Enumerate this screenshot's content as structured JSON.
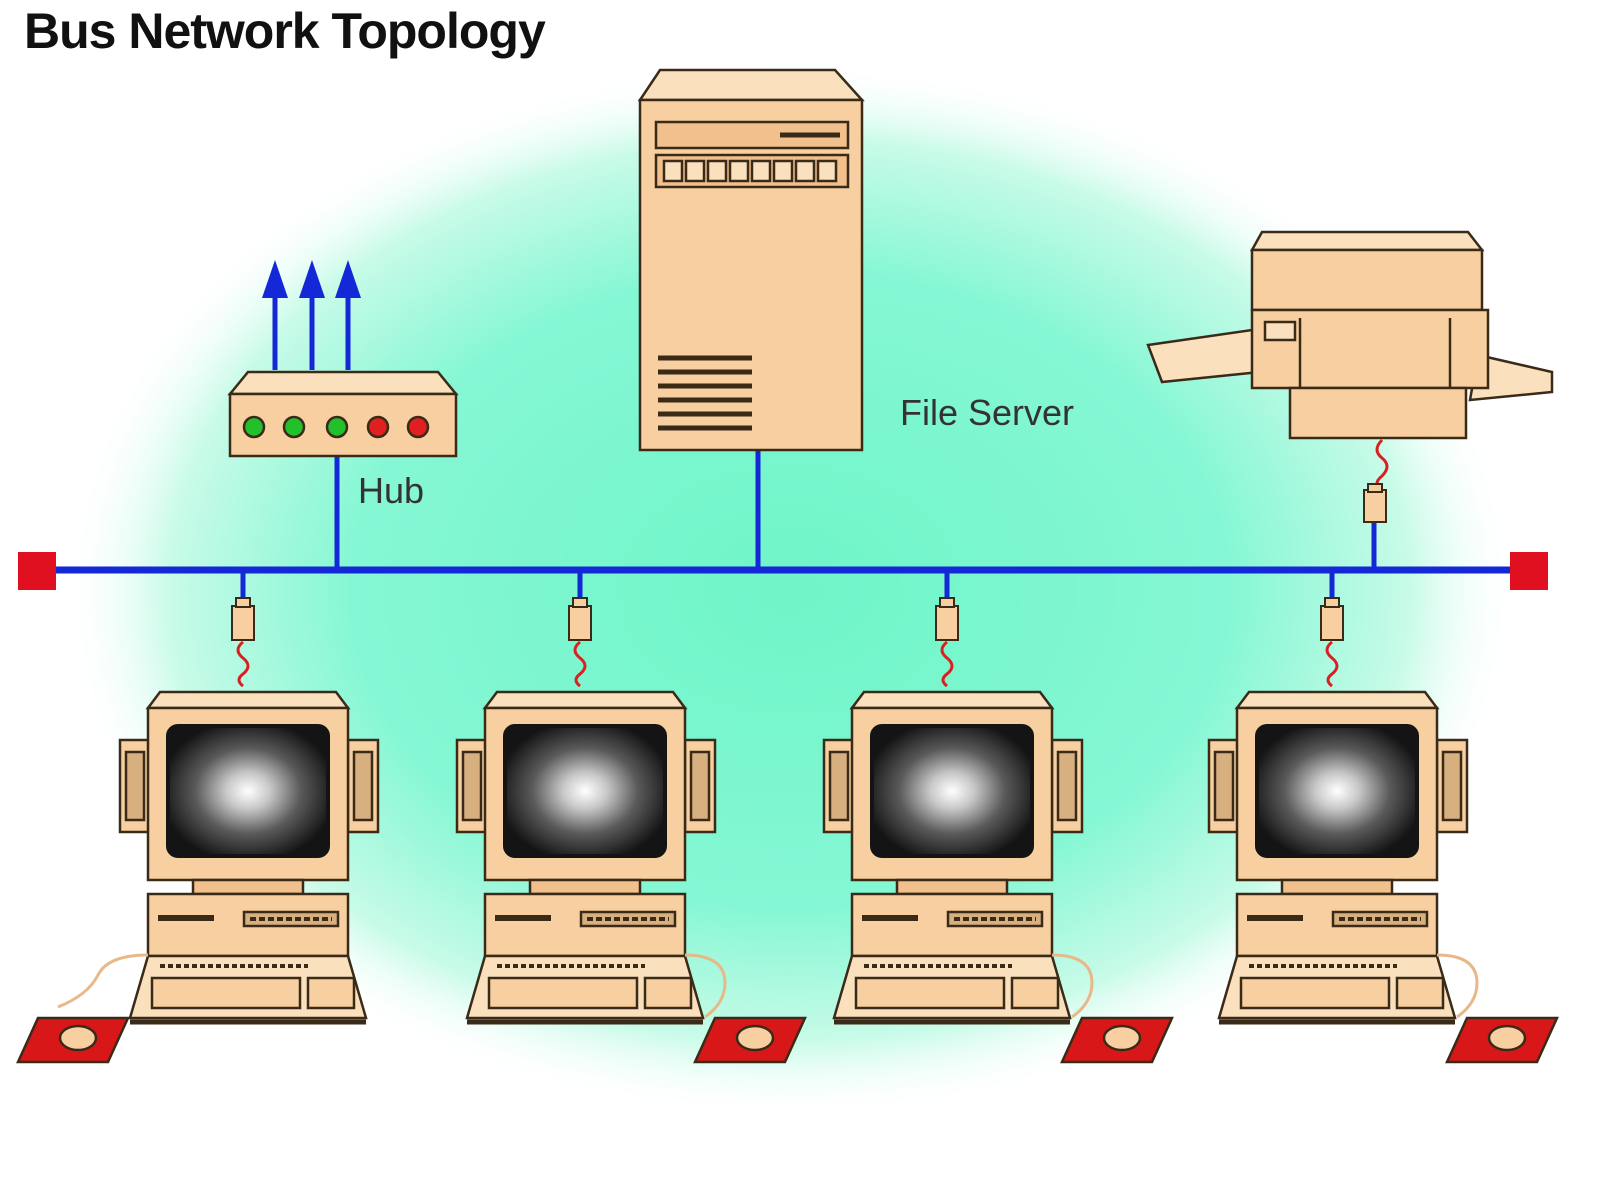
{
  "diagram": {
    "title": "Bus Network Topology",
    "labels": {
      "hub": "Hub",
      "file_server": "File Server"
    },
    "colors": {
      "background_glow": "#7ff7d0",
      "bus_line": "#1428d8",
      "terminator": "#e01020",
      "device_beige": "#f7cfa0",
      "device_outline": "#3a2a18",
      "screen": "#1a1a1a",
      "hub_led_green": "#22c02a",
      "hub_led_red": "#e02020",
      "mousepad": "#d81818"
    },
    "icons": [
      "hub-icon",
      "file-server-icon",
      "printer-icon",
      "workstation-icon",
      "terminator-icon",
      "transceiver-icon",
      "mouse-icon",
      "arrow-up-icon"
    ],
    "workstation_count": 4
  }
}
